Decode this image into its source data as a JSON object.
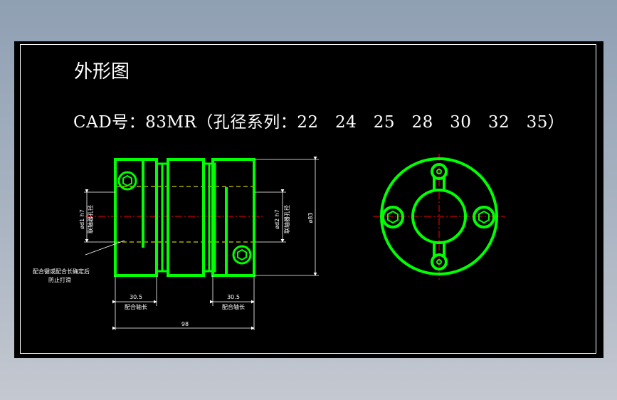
{
  "drawing": {
    "title": "外形图",
    "cad_prefix": "CAD号：83MR（孔径系列：",
    "bore_series": [
      "22",
      "24",
      "25",
      "28",
      "30",
      "32",
      "35"
    ],
    "cad_suffix": "）",
    "dims": {
      "bore_d1": "ød1 h7",
      "bore_d1_note": "联轴器孔径",
      "bore_d2": "ød2 h7",
      "bore_d2_note": "联轴器孔径",
      "outer_d": "ø83",
      "hub_len_left": "30.5",
      "hub_len_right": "30.5",
      "hub_len_note": "配合轴长",
      "total_len": "98",
      "side_note_1": "配合键或配合长确定后",
      "side_note_2": "防止打滑"
    },
    "colors": {
      "background": "#000000",
      "part": "#00ff00",
      "dimension": "#ffffff",
      "centerline": "#ff0000",
      "hidden": "#ffff00"
    }
  }
}
